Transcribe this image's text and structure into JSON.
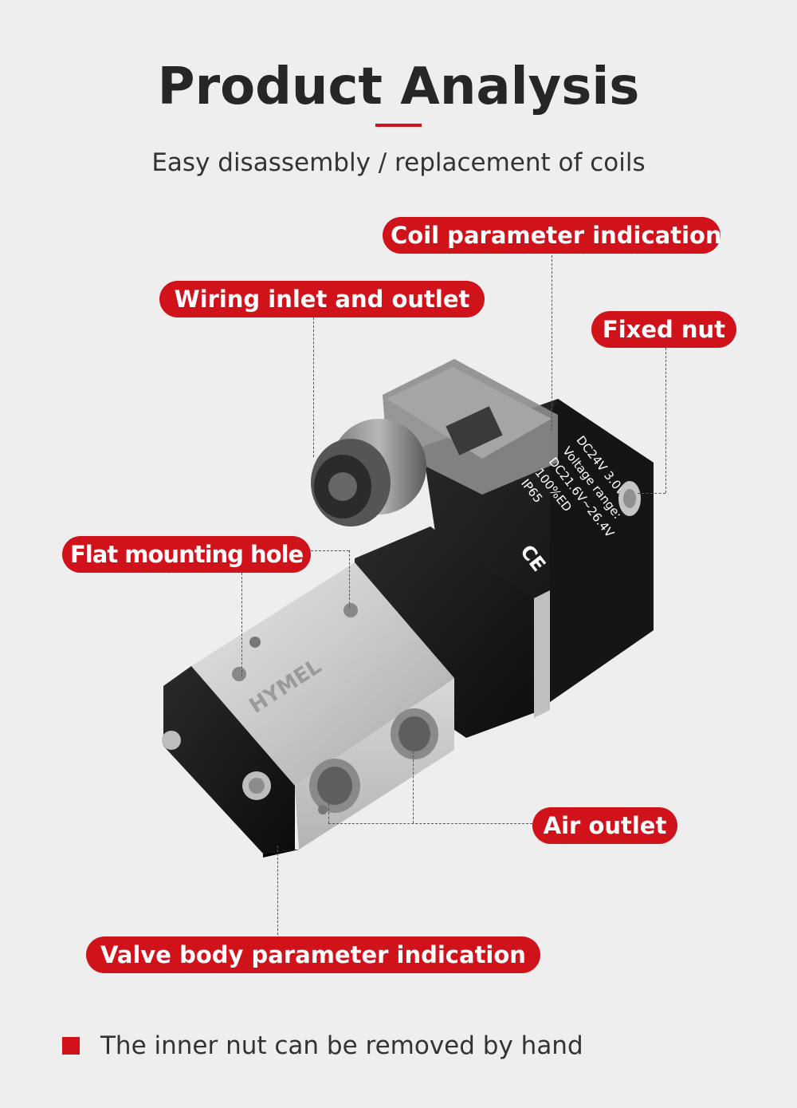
{
  "header": {
    "title": "Product Analysis",
    "subtitle": "Easy disassembly / replacement of coils"
  },
  "callouts": {
    "coil_parameter": "Coil parameter indication",
    "wiring": "Wiring inlet and outlet",
    "fixed_nut": "Fixed nut",
    "mounting_hole": "Flat mounting hole",
    "air_outlet": "Air outlet",
    "valve_body": "Valve body parameter indication"
  },
  "product": {
    "coil_text": [
      "DC24V    3.0W",
      "Voltage  range:",
      "DC21.6V~26.4V",
      "100%ED",
      "IP65"
    ],
    "ce_mark": "CE",
    "brand": "HYMEL"
  },
  "footer": {
    "note": "The inner nut can be removed by hand"
  },
  "colors": {
    "accent": "#d0121b",
    "background": "#eeeeee",
    "text": "#262626"
  }
}
